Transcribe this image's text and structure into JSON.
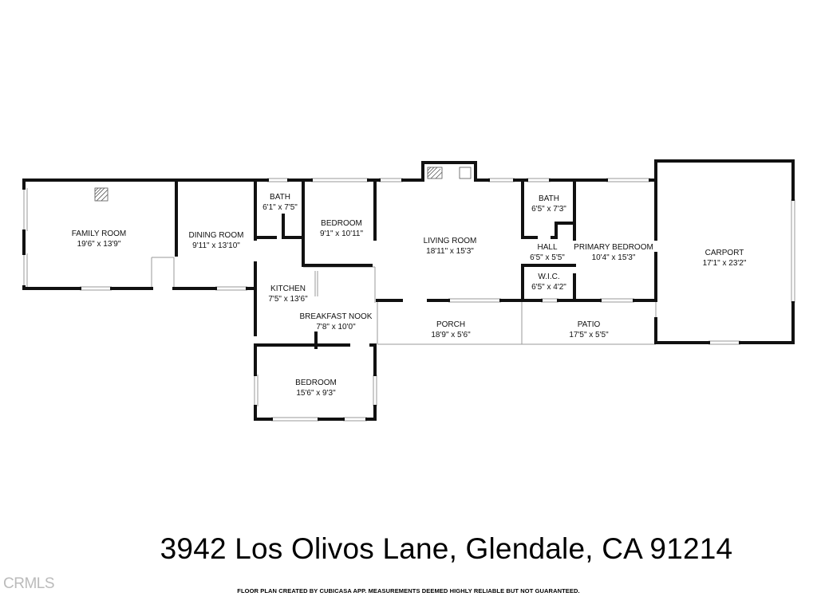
{
  "rooms": [
    {
      "name": "FAMILY ROOM",
      "dim": "19'6\" x 13'9\""
    },
    {
      "name": "DINING ROOM",
      "dim": "9'11\" x 13'10\""
    },
    {
      "name": "BATH",
      "dim": "6'1\" x 7'5\""
    },
    {
      "name": "BEDROOM",
      "dim": "9'1\" x 10'11\""
    },
    {
      "name": "LIVING ROOM",
      "dim": "18'11\" x 15'3\""
    },
    {
      "name": "BATH",
      "dim": "6'5\" x 7'3\""
    },
    {
      "name": "HALL",
      "dim": "6'5\" x 5'5\""
    },
    {
      "name": "PRIMARY BEDROOM",
      "dim": "10'4\" x 15'3\""
    },
    {
      "name": "W.I.C.",
      "dim": "6'5\" x 4'2\""
    },
    {
      "name": "CARPORT",
      "dim": "17'1\" x 23'2\""
    },
    {
      "name": "KITCHEN",
      "dim": "7'5\" x 13'6\""
    },
    {
      "name": "BREAKFAST NOOK",
      "dim": "7'8\" x 10'0\""
    },
    {
      "name": "PORCH",
      "dim": "18'9\" x 5'6\""
    },
    {
      "name": "PATIO",
      "dim": "17'5\" x 5'5\""
    },
    {
      "name": "BEDROOM",
      "dim": "15'6\" x 9'3\""
    }
  ],
  "address": "3942 Los Olivos Lane, Glendale, CA 91214",
  "disclaimer": "FLOOR PLAN CREATED BY CUBICASA APP. MEASUREMENTS DEEMED HIGHLY RELIABLE BUT NOT GUARANTEED.",
  "watermark": "CRMLS",
  "colors": {
    "wall": "#111111",
    "window": "#9a9a9a",
    "background": "#ffffff"
  }
}
